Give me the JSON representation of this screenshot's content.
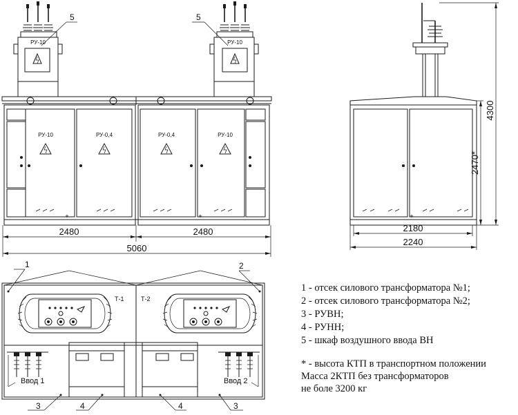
{
  "front_view": {
    "callout_5_left": "5",
    "callout_5_right": "5",
    "transformer_left_label": "РУ-10",
    "transformer_right_label": "РУ-10",
    "cabinet_labels": [
      "РУ-10",
      "РУ-0,4",
      "РУ-0,4",
      "РУ-10"
    ],
    "dim_left": "2480",
    "dim_right": "2480",
    "dim_total": "5060"
  },
  "side_view": {
    "dim_height_total": "4300",
    "dim_height_transport": "2470*",
    "dim_inner_width": "2180",
    "dim_outer_width": "2240"
  },
  "plan_view": {
    "callout_1": "1",
    "callout_2": "2",
    "callout_3_left": "3",
    "callout_3_right": "3",
    "callout_4_left": "4",
    "callout_4_right": "4",
    "label_t1": "Т-1",
    "label_t2": "Т-2",
    "label_input_1": "Ввод 1",
    "label_input_2": "Ввод 2"
  },
  "legend": [
    "1 - отсек силового трансформатора №1;",
    "2 - отсек силового трансформатора №2;",
    "3 - РУВН;",
    "4 - РУНН;",
    "5 - шкаф воздушного ввода ВН"
  ],
  "notes": [
    "* - высота КТП в транспортном положении",
    "Масса 2КТП без трансформаторов",
    "не боле 3200 кг"
  ]
}
